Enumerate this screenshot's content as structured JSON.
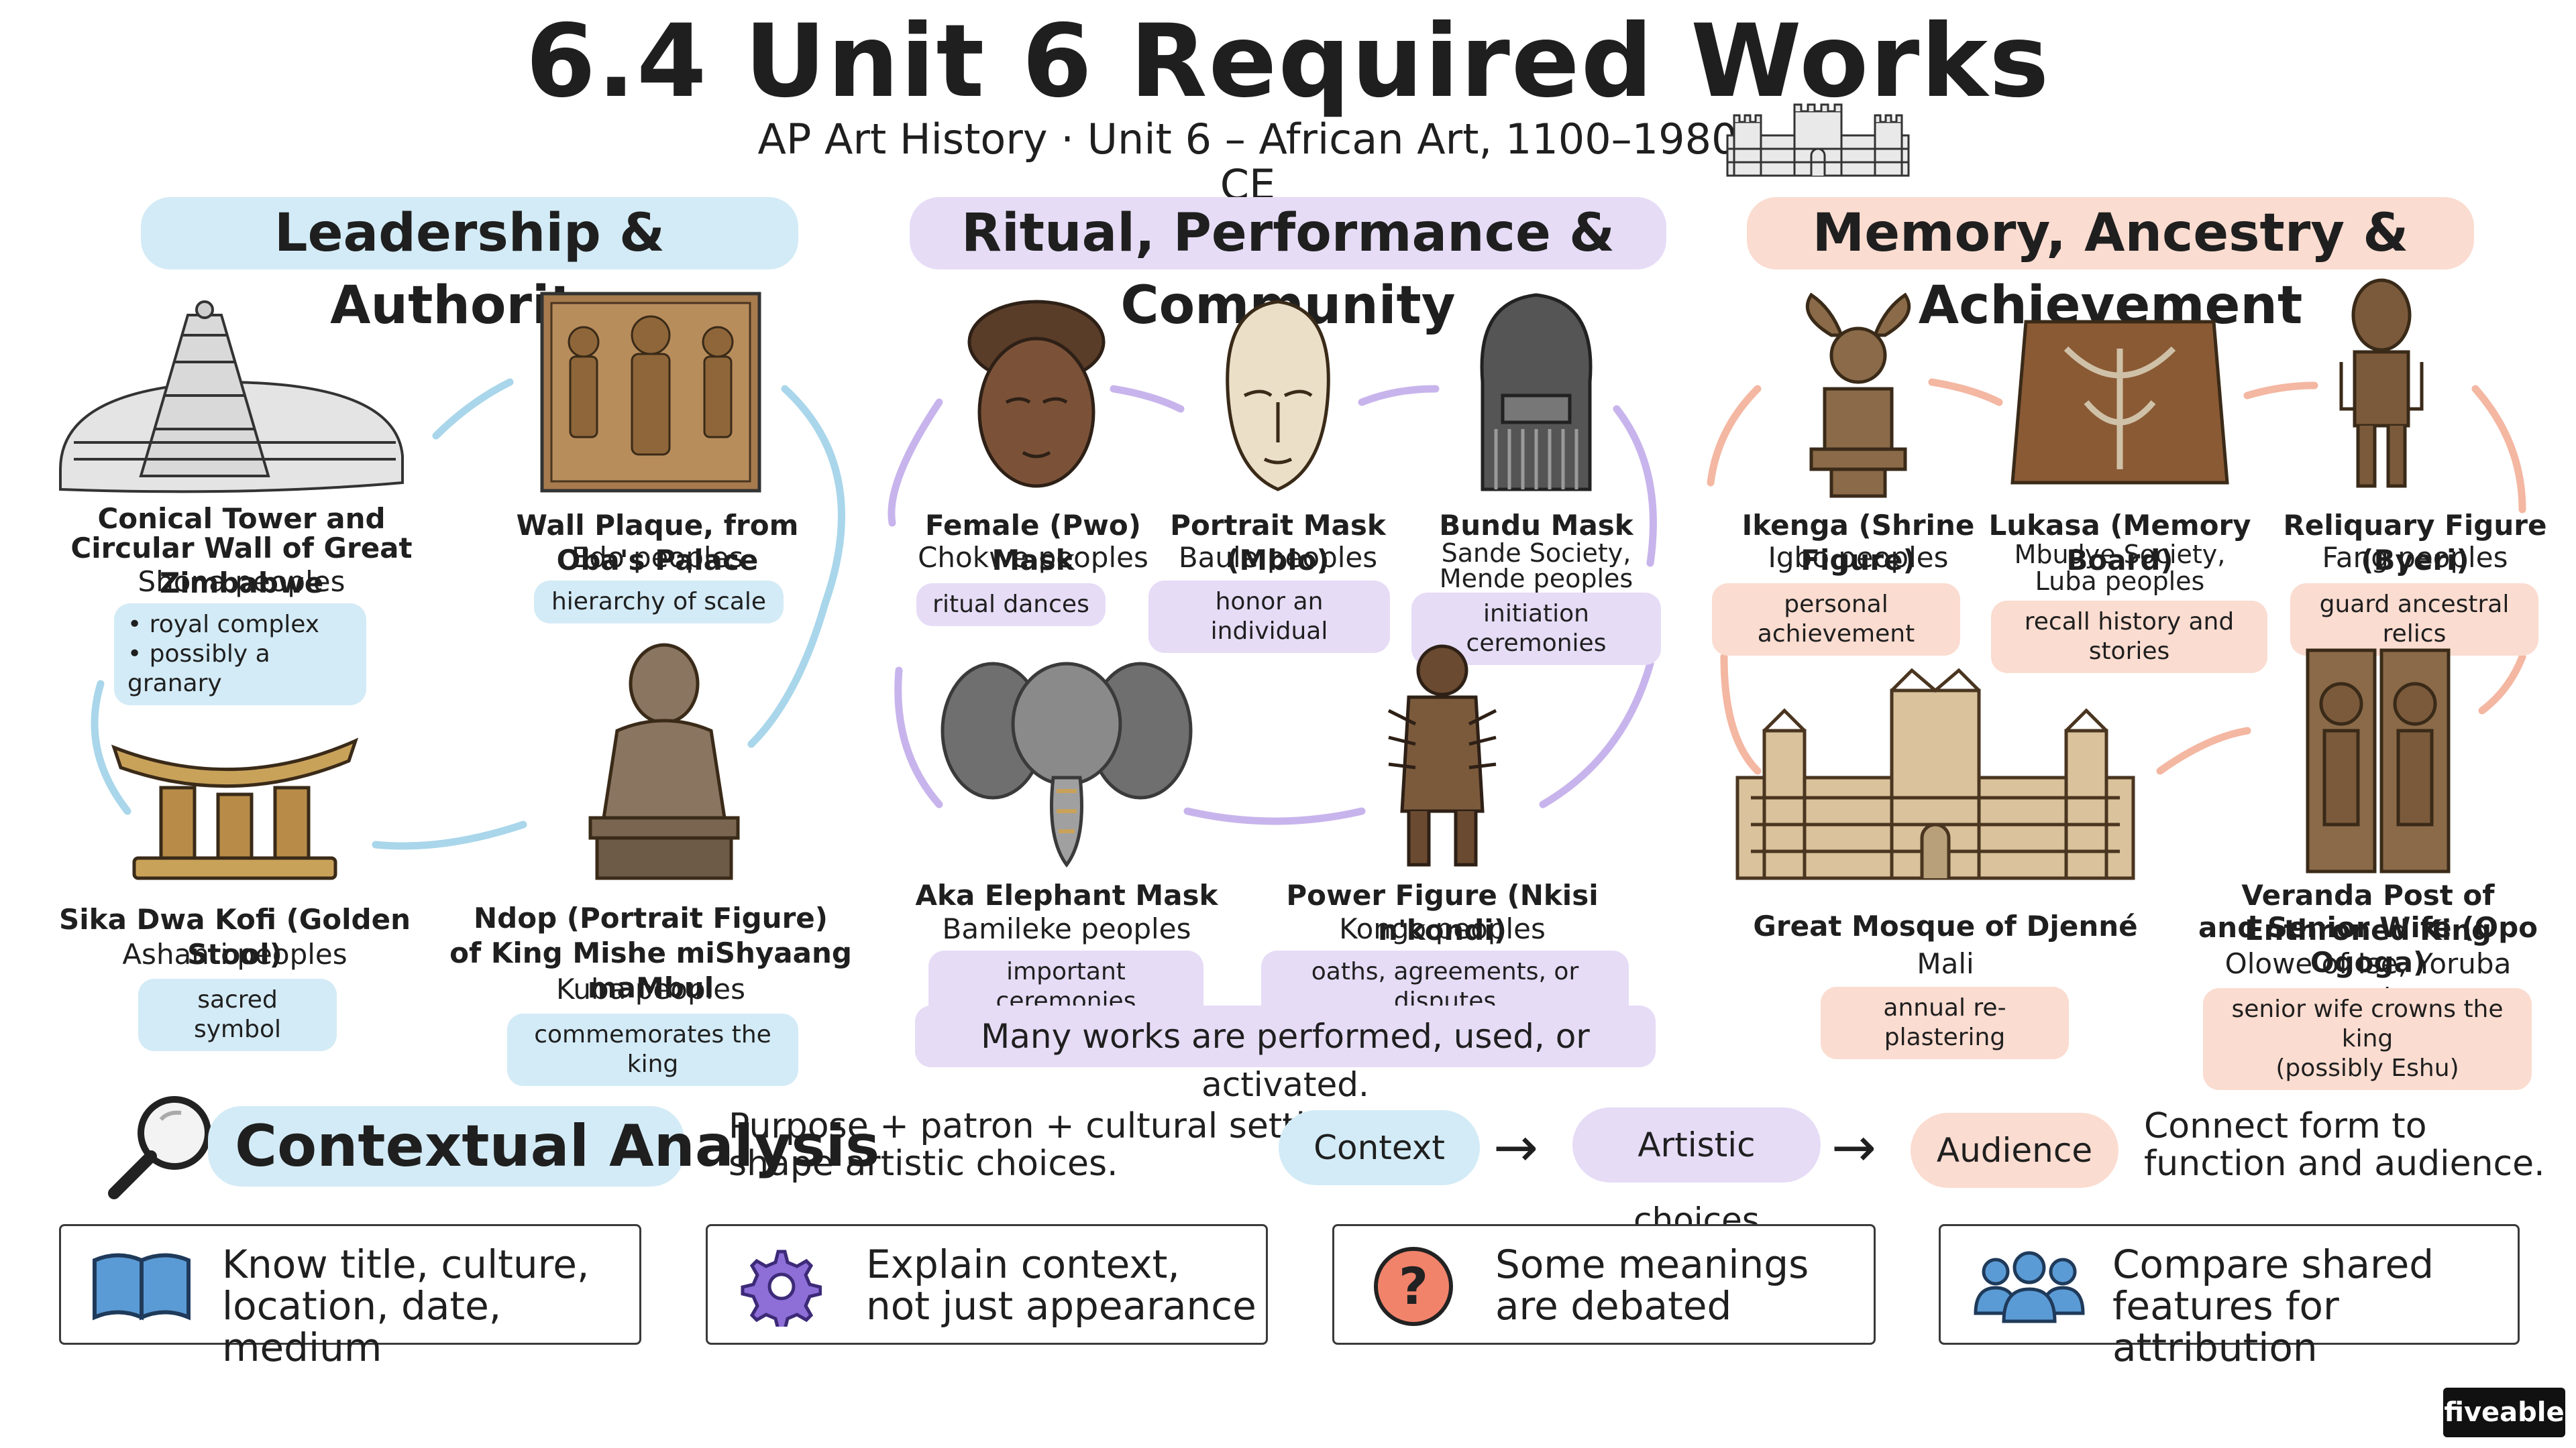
{
  "header": {
    "title": "6.4 Unit 6 Required Works",
    "subtitle": "AP Art History · Unit 6 – African Art, 1100–1980 CE"
  },
  "colors": {
    "blue": "#d3ebf6",
    "purple": "#e6dcf6",
    "peach": "#fbdcd0",
    "blue_line": "#a9d6ea",
    "purple_line": "#c8b4ec",
    "peach_line": "#f4b7a2"
  },
  "categories": [
    {
      "name": "Leadership & Authority"
    },
    {
      "name": "Ritual, Performance & Community"
    },
    {
      "name": "Memory, Ancestry & Achievement"
    }
  ],
  "leadership": {
    "zimbabwe": {
      "name_line1": "Conical Tower and",
      "name_line2": "Circular Wall of Great Zimbabwe",
      "culture": "Shona peoples",
      "note_line1": "• royal complex",
      "note_line2": "• possibly a granary",
      "icon": "conical-tower-illustration"
    },
    "plaque": {
      "name": "Wall Plaque, from Oba's Palace",
      "culture": "Edo peoples",
      "note": "hierarchy of scale",
      "icon": "wall-plaque-illustration"
    },
    "stool": {
      "name": "Sika Dwa Kofi (Golden Stool)",
      "culture": "Ashanti peoples",
      "note": "sacred symbol",
      "icon": "golden-stool-illustration"
    },
    "ndop": {
      "name_line1": "Ndop (Portrait Figure)",
      "name_line2": "of King Mishe miShyaang maMbul",
      "culture": "Kuba peoples",
      "note": "commemorates the king",
      "icon": "ndop-figure-illustration"
    }
  },
  "ritual": {
    "pwo": {
      "name": "Female (Pwo) Mask",
      "culture": "Chokwe peoples",
      "note": "ritual dances",
      "icon": "pwo-mask-illustration"
    },
    "mblo": {
      "name": "Portrait Mask (Mblo)",
      "culture": "Baule peoples",
      "note": "honor an individual",
      "icon": "mblo-mask-illustration"
    },
    "bundu": {
      "name": "Bundu Mask",
      "culture_line1": "Sande Society,",
      "culture_line2": "Mende peoples",
      "note": "initiation ceremonies",
      "icon": "bundu-mask-illustration"
    },
    "elephant": {
      "name": "Aka Elephant Mask",
      "culture": "Bamileke peoples",
      "note": "important ceremonies",
      "icon": "elephant-mask-illustration"
    },
    "nkisi": {
      "name": "Power Figure (Nkisi n'kondi)",
      "culture": "Kongo peoples",
      "note": "oaths, agreements, or disputes",
      "icon": "power-figure-illustration"
    },
    "summary": "Many works are performed, used, or activated."
  },
  "memory": {
    "ikenga": {
      "name": "Ikenga (Shrine Figure)",
      "culture": "Igbo peoples",
      "note": "personal achievement",
      "icon": "ikenga-illustration"
    },
    "lukasa": {
      "name": "Lukasa (Memory Board)",
      "culture_line1": "Mbudye Society,",
      "culture_line2": "Luba peoples",
      "note": "recall history and stories",
      "icon": "lukasa-illustration"
    },
    "byeri": {
      "name": "Reliquary Figure (Byeri)",
      "culture": "Fang peoples",
      "note": "guard ancestral relics",
      "icon": "byeri-figure-illustration"
    },
    "djenne": {
      "name": "Great Mosque of Djenné",
      "culture": "Mali",
      "note": "annual re-plastering",
      "icon": "mosque-illustration"
    },
    "veranda": {
      "name_line1": "Veranda Post of Enthroned King",
      "name_line2": "and Senior Wife (Opo Ogoga)",
      "culture": "Olowe of Ise, Yoruba peoples",
      "note_line1": "senior wife crowns the king",
      "note_line2": "(possibly Eshu)",
      "icon": "veranda-post-illustration"
    }
  },
  "analysis": {
    "title": "Contextual Analysis",
    "desc_line1": "Purpose + patron + cultural setting",
    "desc_line2": "shape artistic choices.",
    "flow": [
      "Context",
      "Artistic choices",
      "Audience"
    ],
    "conclusion_line1": "Connect form to",
    "conclusion_line2": "function and audience.",
    "icon": "magnifying-glass-icon"
  },
  "tips": [
    {
      "line1": "Know title, culture,",
      "line2": "location, date, medium",
      "icon": "book-icon"
    },
    {
      "line1": "Explain context,",
      "line2": "not just appearance",
      "icon": "gear-icon"
    },
    {
      "line1": "Some meanings",
      "line2": "are debated",
      "icon": "question-icon"
    },
    {
      "line1": "Compare shared",
      "line2": "features for attribution",
      "icon": "people-icon"
    }
  ],
  "brand": "fiveable"
}
